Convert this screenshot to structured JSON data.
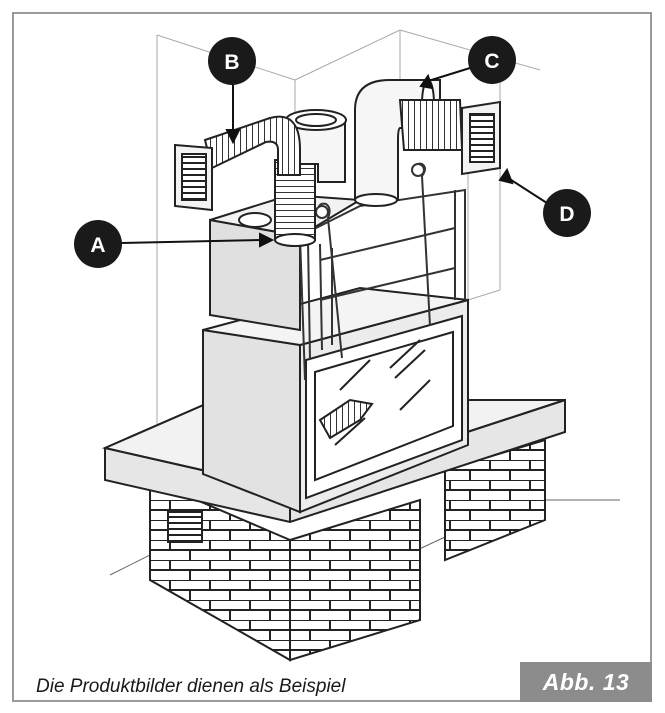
{
  "figure": {
    "caption": "Die Produktbilder dienen als Beispiel",
    "figure_number": "Abb. 13"
  },
  "callouts": [
    {
      "id": "A",
      "label": "A"
    },
    {
      "id": "B",
      "label": "B"
    },
    {
      "id": "C",
      "label": "C"
    },
    {
      "id": "D",
      "label": "D"
    }
  ]
}
